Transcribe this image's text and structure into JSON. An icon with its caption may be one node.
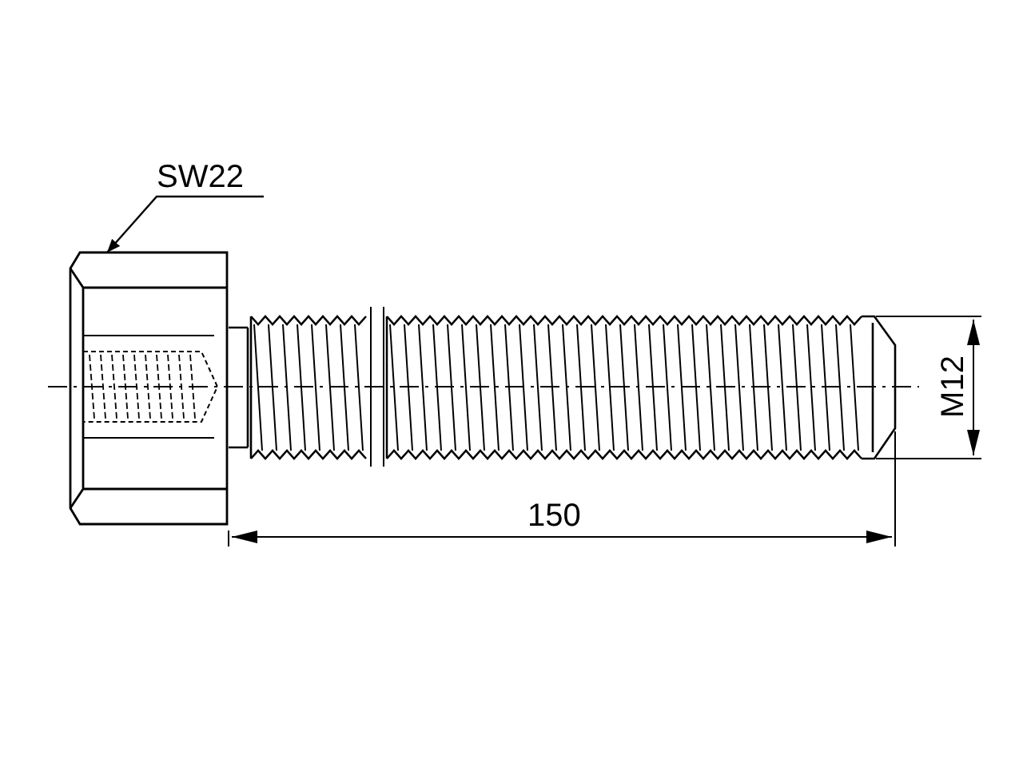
{
  "diagram": {
    "nodes": [
      {
        "text": [
          "SW22"
        ]
      },
      {
        "text": [],
        "shape": "picture"
      }
    ],
    "edges": [
      {
        "from": 0,
        "to": 1,
        "arrow": "to"
      }
    ],
    "labels": [
      "150",
      "M12"
    ]
  }
}
